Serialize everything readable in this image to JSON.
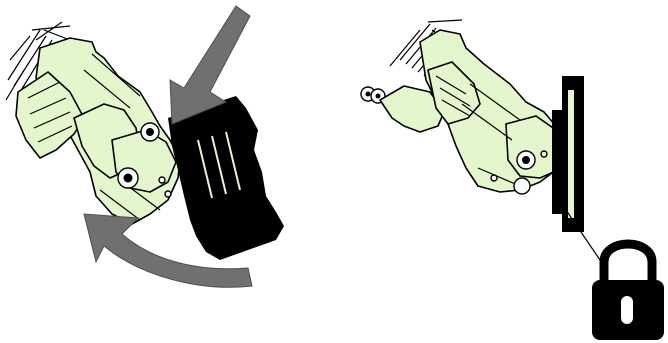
{
  "figure": {
    "caption": "",
    "colors": {
      "body_fill": "#e4f7cc",
      "outline": "#000000",
      "arrow_gray": "#707070",
      "block_black": "#000000",
      "background": "#ffffff"
    },
    "panels": [
      {
        "id": "left",
        "elements": [
          "bracket-assembly",
          "push-arrow-icon",
          "rotate-arrow-icon",
          "adapter-block"
        ]
      },
      {
        "id": "right",
        "elements": [
          "bracket-assembly",
          "mounting-plate",
          "lock-icon",
          "leader-line"
        ]
      }
    ]
  }
}
